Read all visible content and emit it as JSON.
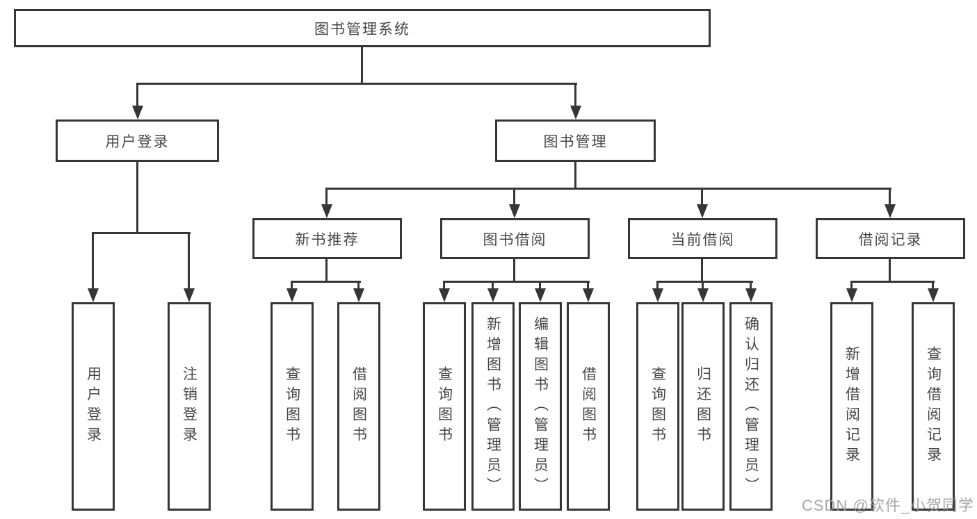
{
  "diagram": {
    "type": "hierarchy-tree",
    "root": {
      "label": "图书管理系统",
      "children": [
        {
          "label": "用户登录",
          "children": [
            {
              "label": "用户登录"
            },
            {
              "label": "注销登录"
            }
          ]
        },
        {
          "label": "图书管理",
          "children": [
            {
              "label": "新书推荐",
              "children": [
                {
                  "label": "查询图书"
                },
                {
                  "label": "借阅图书"
                }
              ]
            },
            {
              "label": "图书借阅",
              "children": [
                {
                  "label": "查询图书"
                },
                {
                  "label": "新增图书（管理员）"
                },
                {
                  "label": "编辑图书（管理员）"
                },
                {
                  "label": "借阅图书"
                }
              ]
            },
            {
              "label": "当前借阅",
              "children": [
                {
                  "label": "查询图书"
                },
                {
                  "label": "归还图书"
                },
                {
                  "label": "确认归还（管理员）"
                }
              ]
            },
            {
              "label": "借阅记录",
              "children": [
                {
                  "label": "新增借阅记录"
                },
                {
                  "label": "查询借阅记录"
                }
              ]
            }
          ]
        }
      ]
    },
    "colors": {
      "line": "#363636",
      "box_fill": "#ffffff",
      "text": "#474747"
    }
  },
  "watermark": {
    "text": "CSDN @软件_小贺同学"
  }
}
